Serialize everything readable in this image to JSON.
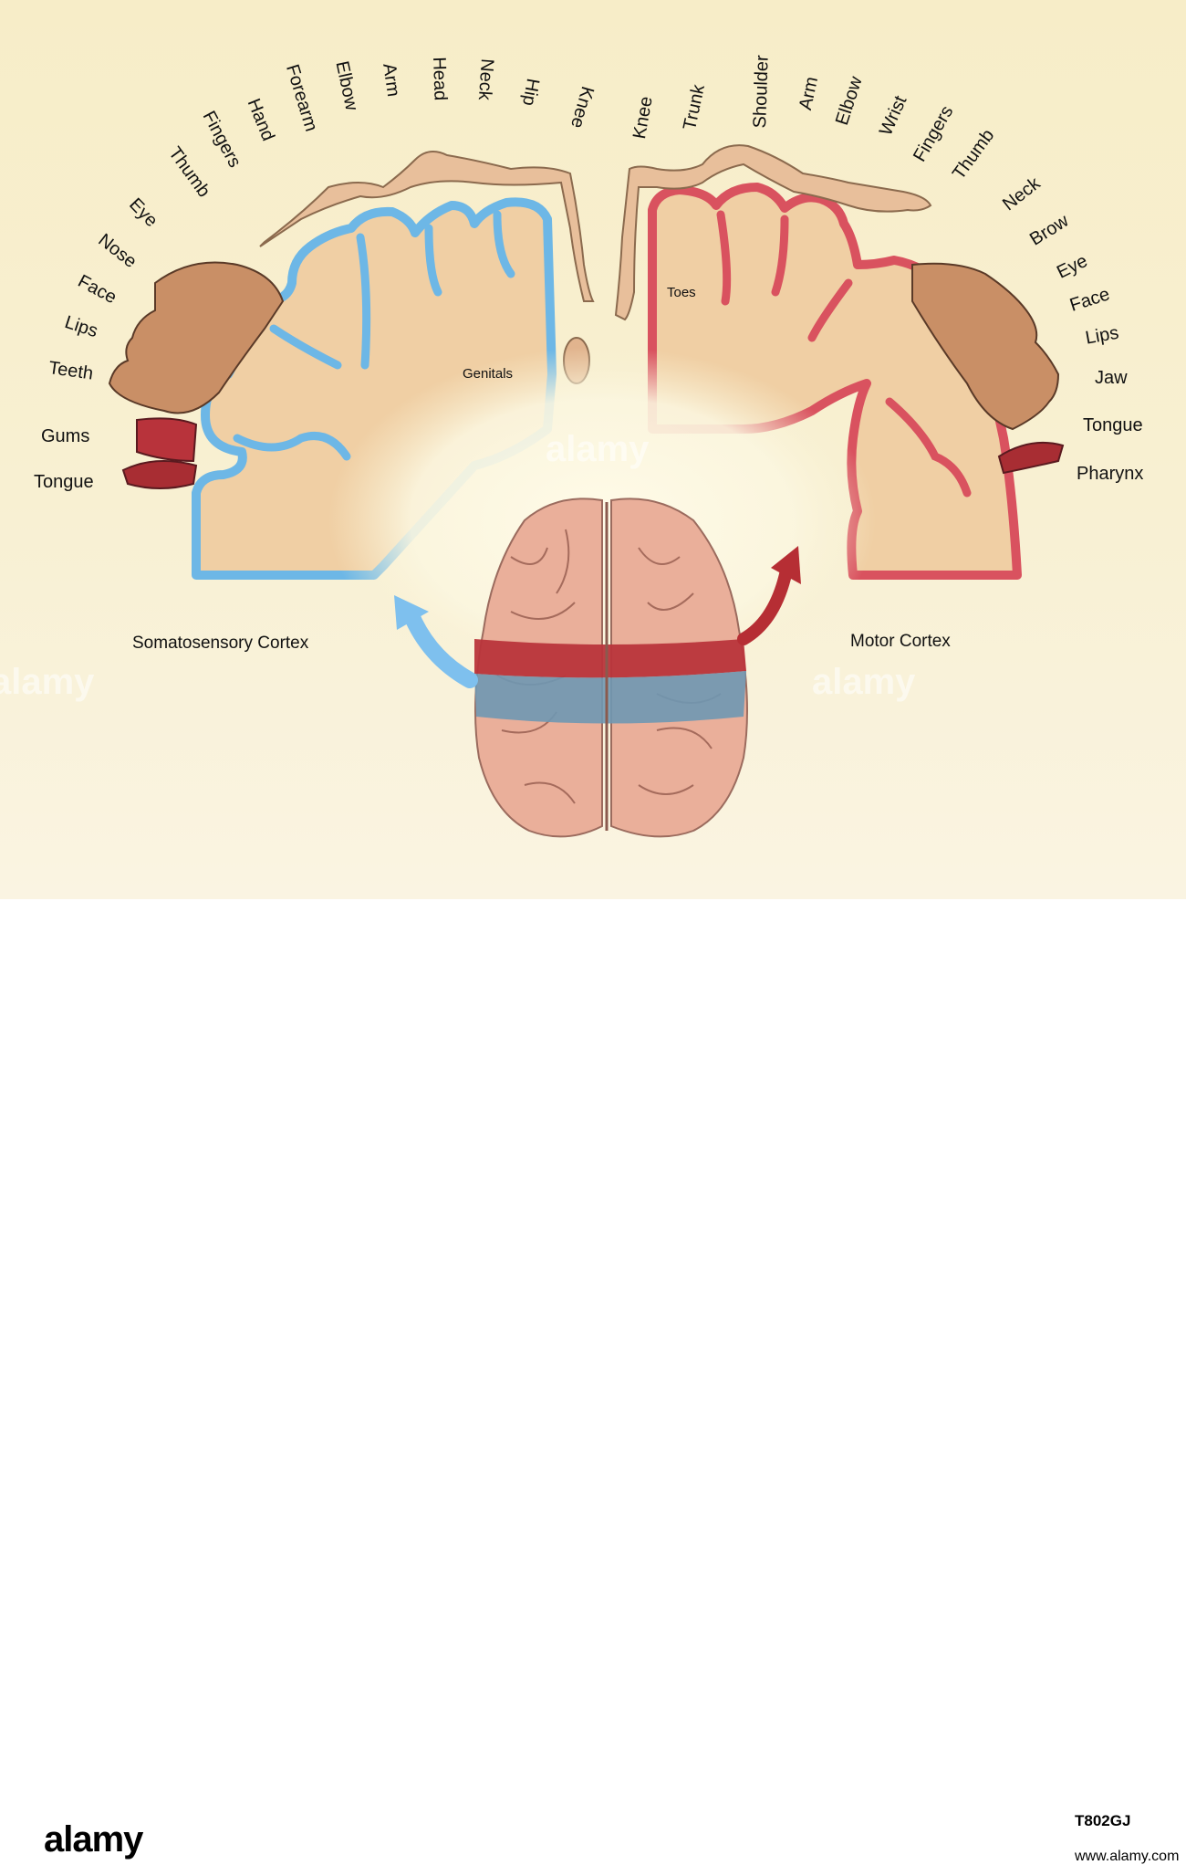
{
  "sensory_labels": [
    "Tongue",
    "Gums",
    "Teeth",
    "Lips",
    "Face",
    "Nose",
    "Eye",
    "Thumb",
    "Fingers",
    "Hand",
    "Forearm",
    "Elbow",
    "Arm",
    "Head",
    "Neck",
    "Hip",
    "Knee"
  ],
  "motor_labels": [
    "Knee",
    "Trunk",
    "Shoulder",
    "Arm",
    "Elbow",
    "Wrist",
    "Fingers",
    "Thumb",
    "Neck",
    "Brow",
    "Eye",
    "Face",
    "Lips",
    "Jaw",
    "Tongue",
    "Pharynx"
  ],
  "inner_labels": {
    "genitals": "Genitals",
    "toes": "Toes"
  },
  "captions": {
    "sensory": "Somatosensory Cortex",
    "motor": "Motor Cortex"
  },
  "colors": {
    "sensory_band": "#6db7e6",
    "motor_band": "#d9525f",
    "cortex_fill": "#f0cfa4",
    "background": "#f7edc8"
  },
  "watermark": "alamy",
  "footer": {
    "logo": "alamy",
    "image_id": "T802GJ",
    "site": "www.alamy.com"
  }
}
